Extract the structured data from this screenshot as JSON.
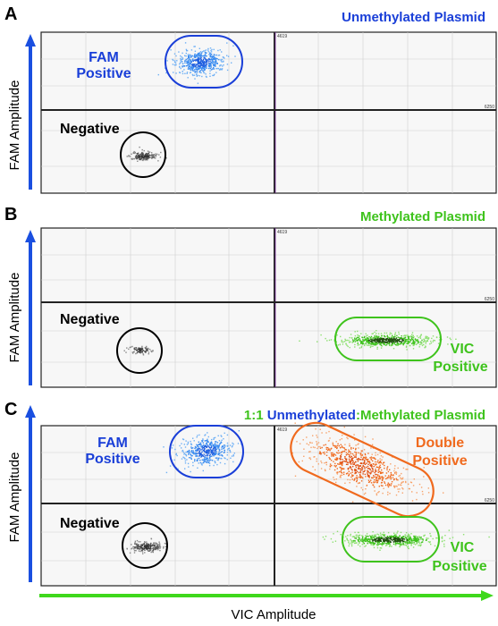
{
  "figure": {
    "x_axis_label": "VIC Amplitude",
    "y_axis_label": "FAM Amplitude",
    "colors": {
      "fam": "#1a3fd8",
      "vic": "#3ec31c",
      "double": "#f06a1e",
      "negative": "#1a1a1a",
      "axis_arrow_y": "#1a4fe0",
      "axis_arrow_x": "#3fd81c"
    }
  },
  "chart_data": [
    {
      "type": "scatter",
      "panel": "A",
      "title": "Unmethylated Plasmid",
      "threshold_tick_left": "4619",
      "threshold_tick_right": "6250",
      "clusters": [
        {
          "label": "FAM Positive",
          "color": "#1a3fd8"
        },
        {
          "label": "Negative",
          "color": "#1a1a1a"
        }
      ]
    },
    {
      "type": "scatter",
      "panel": "B",
      "title": "Methylated Plasmid",
      "threshold_tick_left": "4619",
      "threshold_tick_right": "6250",
      "clusters": [
        {
          "label": "Negative",
          "color": "#1a1a1a"
        },
        {
          "label": "VIC Positive",
          "color": "#3ec31c"
        }
      ]
    },
    {
      "type": "scatter",
      "panel": "C",
      "title_part1": "1:1 Unmethylated",
      "title_part2": ":Methylated Plasmid",
      "threshold_tick_left": "4619",
      "threshold_tick_right": "6250",
      "clusters": [
        {
          "label": "FAM Positive",
          "color": "#1a3fd8"
        },
        {
          "label": "Double Positive",
          "color": "#f06a1e"
        },
        {
          "label": "Negative",
          "color": "#1a1a1a"
        },
        {
          "label": "VIC Positive",
          "color": "#3ec31c"
        }
      ]
    }
  ],
  "labels": {
    "A": {
      "letter": "A",
      "fam1": "FAM",
      "fam2": "Positive",
      "neg": "Negative"
    },
    "B": {
      "letter": "B",
      "neg": "Negative",
      "vic1": "VIC",
      "vic2": "Positive"
    },
    "C": {
      "letter": "C",
      "fam1": "FAM",
      "fam2": "Positive",
      "dbl1": "Double",
      "dbl2": "Positive",
      "neg": "Negative",
      "vic1": "VIC",
      "vic2": "Positive"
    }
  }
}
